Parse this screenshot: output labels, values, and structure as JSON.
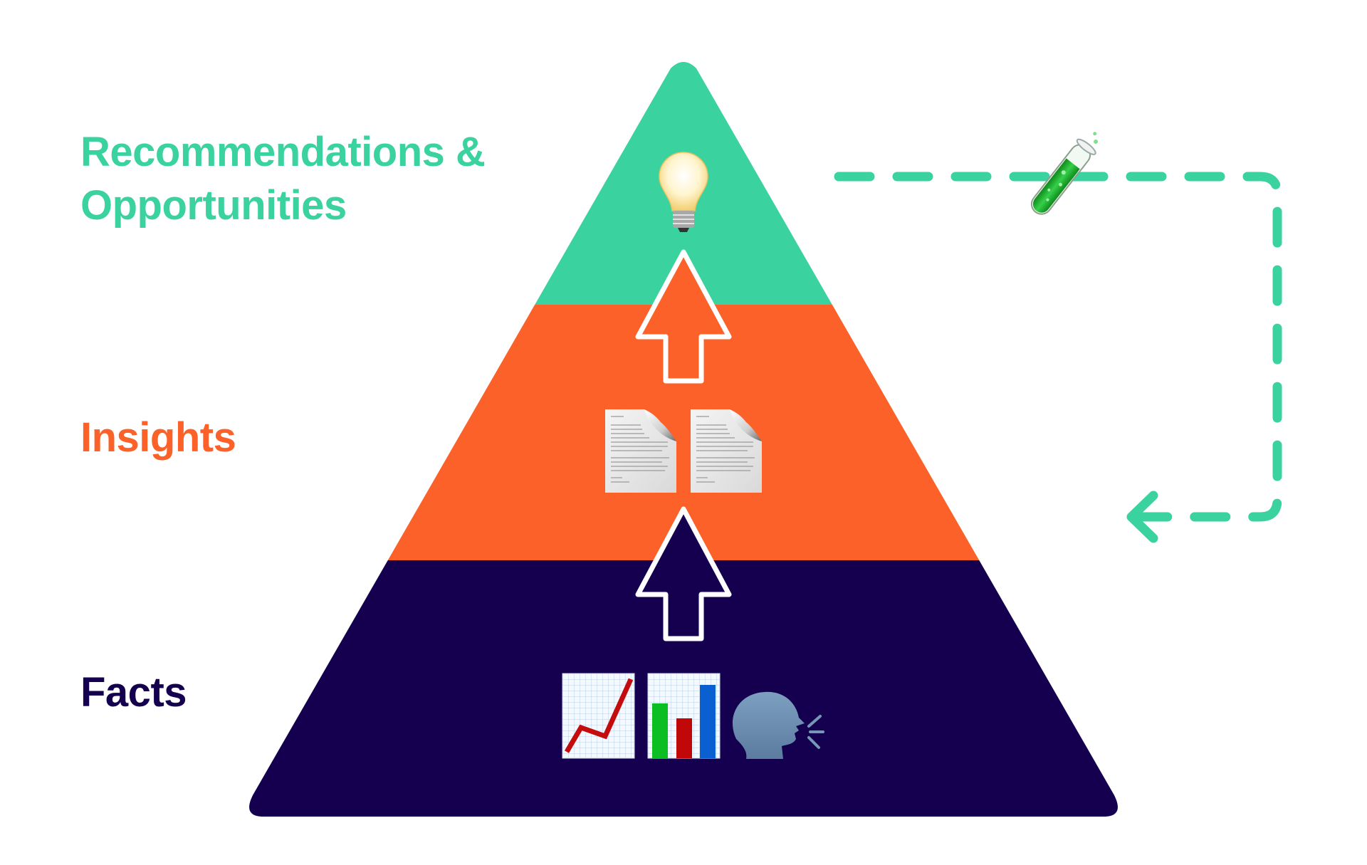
{
  "diagram": {
    "title": "Facts → Insights → Recommendations pyramid",
    "tiers": [
      {
        "level": "top",
        "label_line1": "Recommendations &",
        "label_line2": "Opportunities",
        "color": "#3ad29f",
        "icons": [
          "light-bulb"
        ]
      },
      {
        "level": "middle",
        "label": "Insights",
        "color": "#fb6128",
        "icons": [
          "document",
          "document"
        ]
      },
      {
        "level": "bottom",
        "label": "Facts",
        "color": "#150050",
        "icons": [
          "chart-increasing",
          "bar-chart",
          "speaking-head"
        ]
      }
    ],
    "arrows": [
      {
        "from": "Facts",
        "to": "Insights",
        "style": "white outline up-arrow"
      },
      {
        "from": "Insights",
        "to": "Recommendations & Opportunities",
        "style": "white outline up-arrow"
      }
    ],
    "feedback_loop": {
      "style": "dashed green path with arrowhead",
      "from": "Recommendations & Opportunities",
      "to": "Facts",
      "icon": "test-tube",
      "color": "#3ad29f"
    }
  }
}
